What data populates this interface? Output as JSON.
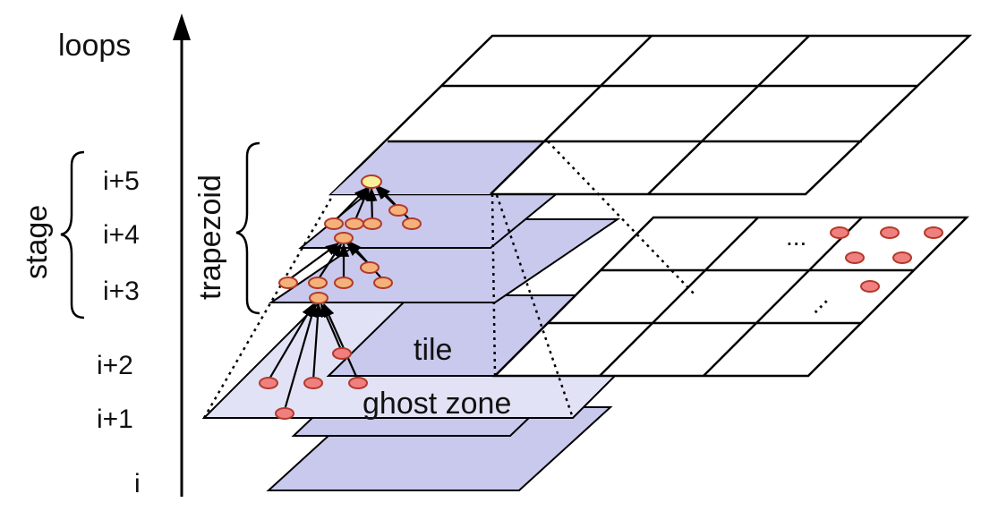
{
  "axis": {
    "label": "loops",
    "stages": [
      "i+5",
      "i+4",
      "i+3",
      "i+2",
      "i+1",
      "i"
    ]
  },
  "brackets": {
    "stage_label": "stage",
    "trapezoid_label": "trapezoid"
  },
  "regions": {
    "tile_label": "tile",
    "ghost_zone_label": "ghost zone",
    "ellipsis_horizontal": "...",
    "ellipsis_diagonal": "..."
  },
  "colors": {
    "plane_fill": "#c9c9ee",
    "ghost_fill": "#e2e2f6",
    "grid_stroke": "#000000",
    "red_node": "#f08080",
    "orange_node": "#f4b27a",
    "yellow_node": "#fbf09a",
    "node_stroke": "#b23a2a"
  }
}
